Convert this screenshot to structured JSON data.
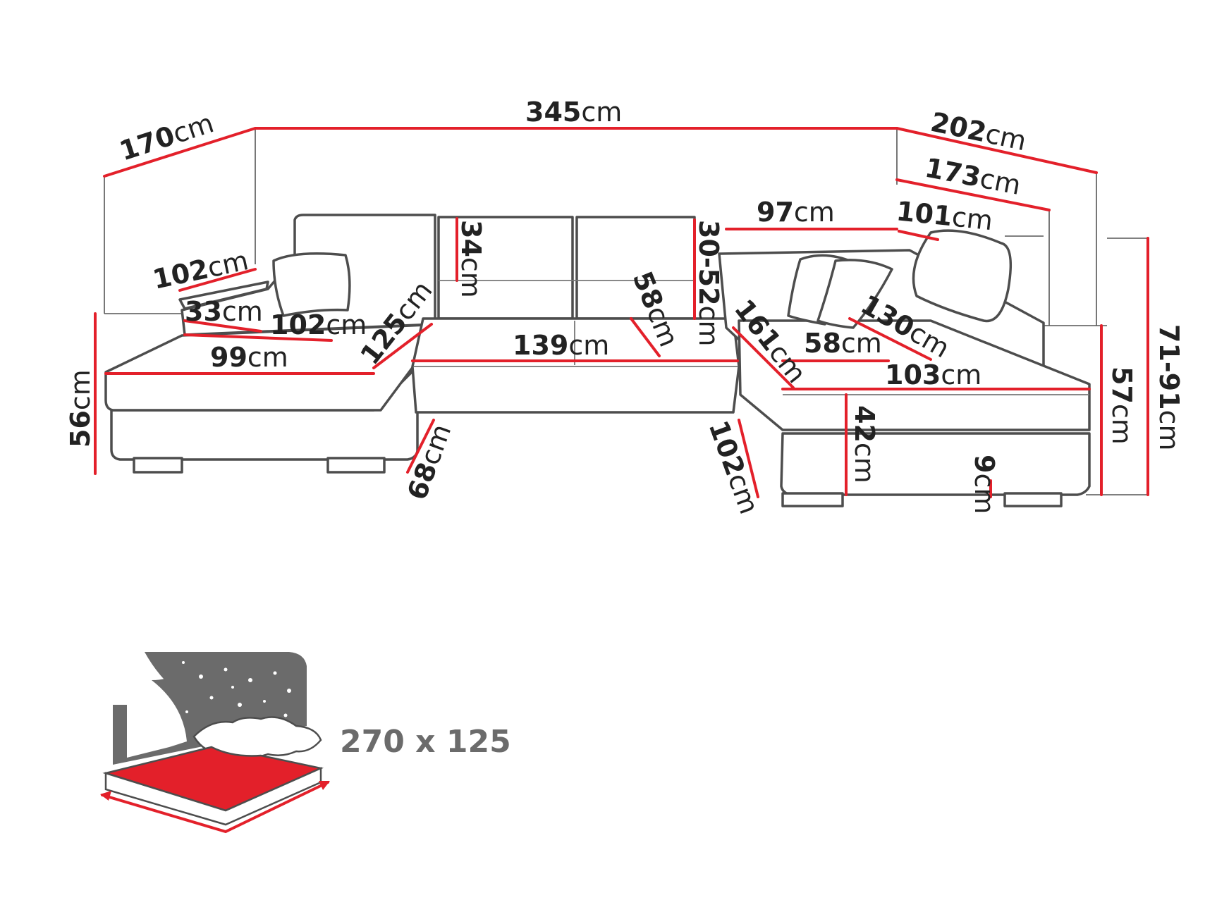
{
  "diagram": {
    "unit": "cm",
    "colors": {
      "dimension_line": "#e3202a",
      "outline": "#4d4d4d",
      "text": "#222222",
      "bed_panel": "#6b6b6b",
      "bed_surface": "#e3202a"
    },
    "dimensions": [
      {
        "id": "total-width",
        "value": "345"
      },
      {
        "id": "left-depth",
        "value": "170"
      },
      {
        "id": "right-depth",
        "value": "202"
      },
      {
        "id": "right-seat-outer",
        "value": "173"
      },
      {
        "id": "right-seat-inner",
        "value": "101"
      },
      {
        "id": "middle-right-back",
        "value": "97"
      },
      {
        "id": "left-backrest-length",
        "value": "102"
      },
      {
        "id": "backrest-cushion-height",
        "value": "34"
      },
      {
        "id": "headrest-range",
        "value": "30-52"
      },
      {
        "id": "armrest-height",
        "value": "33"
      },
      {
        "id": "left-seat-length",
        "value": "102"
      },
      {
        "id": "left-seat-diagonal",
        "value": "125"
      },
      {
        "id": "left-seat-depth",
        "value": "99"
      },
      {
        "id": "middle-seat-width",
        "value": "139"
      },
      {
        "id": "middle-seat-depth",
        "value": "58"
      },
      {
        "id": "right-diagonal",
        "value": "161"
      },
      {
        "id": "right-seat-depth",
        "value": "58"
      },
      {
        "id": "right-chaise-diagonal",
        "value": "130"
      },
      {
        "id": "right-seat-width",
        "value": "103"
      },
      {
        "id": "left-height",
        "value": "56"
      },
      {
        "id": "left-front-depth",
        "value": "68"
      },
      {
        "id": "right-front-depth",
        "value": "102"
      },
      {
        "id": "seat-height",
        "value": "42"
      },
      {
        "id": "leg-height",
        "value": "9"
      },
      {
        "id": "right-height",
        "value": "57"
      },
      {
        "id": "total-height",
        "value": "71-91"
      }
    ],
    "bed": {
      "size_label": "270 x 125"
    }
  }
}
